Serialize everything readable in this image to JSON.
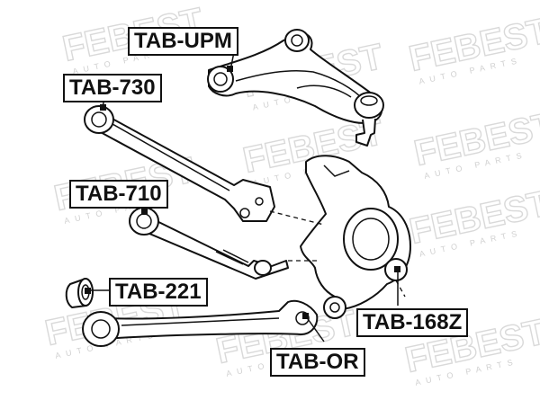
{
  "watermark": {
    "brand": "FEBEST",
    "sub": "AUTO PARTS"
  },
  "labels": {
    "tab_upm": "TAB-UPM",
    "tab_730": "TAB-730",
    "tab_710": "TAB-710",
    "tab_221": "TAB-221",
    "tab_168z": "TAB-168Z",
    "tab_or": "TAB-OR"
  }
}
